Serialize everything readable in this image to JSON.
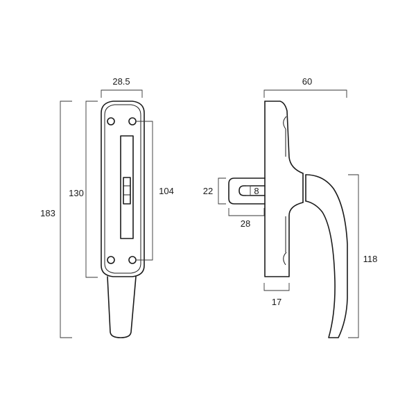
{
  "dimensions": {
    "front_width": "28.5",
    "front_plate_height": "130",
    "front_overall_height": "183",
    "front_hole_spacing": "104",
    "side_overall_width": "60",
    "spindle_height": "22",
    "spindle_slot": "8",
    "spindle_length": "28",
    "base_depth": "17",
    "handle_height": "118"
  },
  "colors": {
    "line": "#1a1a1a",
    "background": "#ffffff"
  }
}
